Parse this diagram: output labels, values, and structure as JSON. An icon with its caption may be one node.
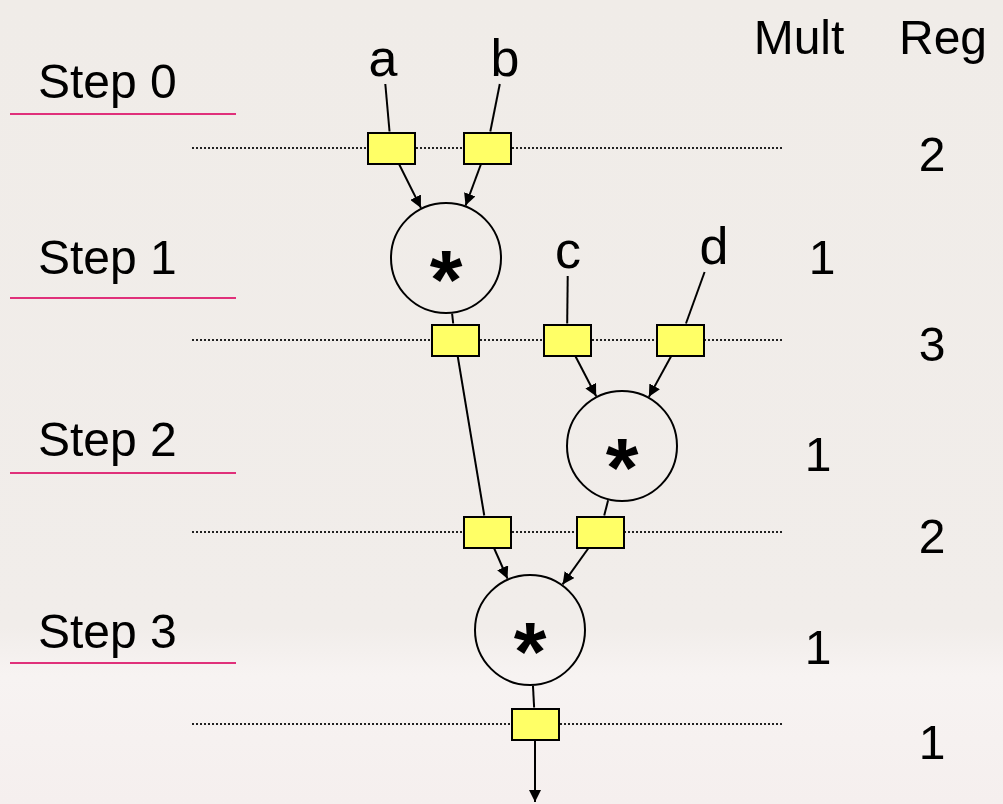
{
  "diagram": {
    "nodes": [
      {
        "text": [
          "a"
        ]
      },
      {
        "text": [
          "b"
        ]
      },
      {
        "text": [],
        "shape": "box"
      },
      {
        "text": [],
        "shape": "box"
      },
      {
        "text": [
          "*"
        ]
      },
      {
        "text": [
          "c"
        ]
      },
      {
        "text": [
          "d"
        ]
      },
      {
        "text": [],
        "shape": "box"
      },
      {
        "text": [],
        "shape": "box"
      },
      {
        "text": [],
        "shape": "box"
      },
      {
        "text": [
          "*"
        ]
      },
      {
        "text": [],
        "shape": "box"
      },
      {
        "text": [],
        "shape": "box"
      },
      {
        "text": [
          "*"
        ]
      },
      {
        "text": [],
        "shape": "box"
      }
    ],
    "edges": [
      {
        "from": 0,
        "to": 2,
        "arrow": "none"
      },
      {
        "from": 1,
        "to": 3,
        "arrow": "none"
      },
      {
        "from": 2,
        "to": 4,
        "arrow": "to"
      },
      {
        "from": 3,
        "to": 4,
        "arrow": "to"
      },
      {
        "from": 4,
        "to": 7,
        "arrow": "none"
      },
      {
        "from": 5,
        "to": 8,
        "arrow": "none"
      },
      {
        "from": 6,
        "to": 9,
        "arrow": "none"
      },
      {
        "from": 7,
        "to": 11,
        "arrow": "none"
      },
      {
        "from": 8,
        "to": 10,
        "arrow": "to"
      },
      {
        "from": 9,
        "to": 10,
        "arrow": "to"
      },
      {
        "from": 10,
        "to": 12,
        "arrow": "none"
      },
      {
        "from": 11,
        "to": 13,
        "arrow": "to"
      },
      {
        "from": 12,
        "to": 13,
        "arrow": "to"
      },
      {
        "from": 13,
        "to": 14,
        "arrow": "none"
      },
      {
        "from": 14,
        "to": null,
        "arrow": "to"
      }
    ],
    "labels": [
      "Mult",
      "Reg",
      "Step 0",
      "2",
      "Step 1",
      "1",
      "3",
      "Step 2",
      "1",
      "2",
      "Step 3",
      "1",
      "1"
    ]
  }
}
